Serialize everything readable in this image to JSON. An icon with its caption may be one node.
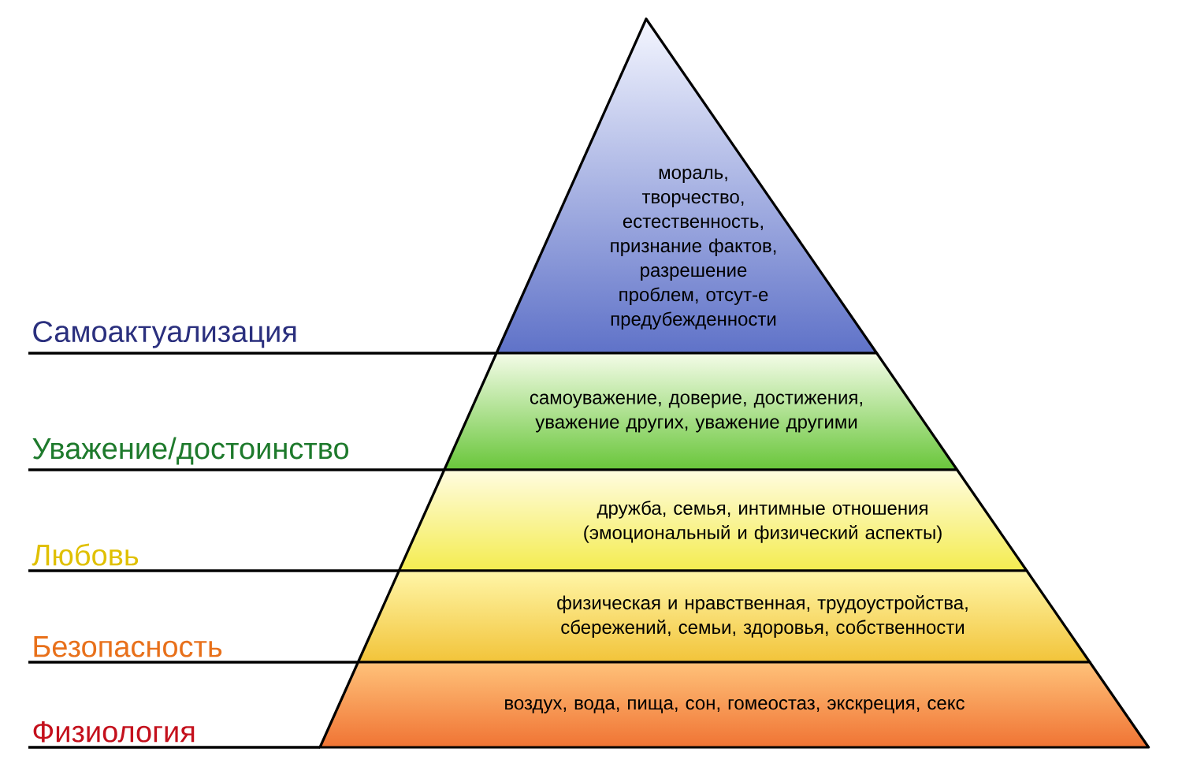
{
  "diagram": {
    "nodes": [
      {
        "text": [
          "Самоактуализация",
          "мораль, творчество, естественность, признание фактов, разрешение проблем, отсут-е предубежденности"
        ]
      },
      {
        "text": [
          "Уважение/достоинство",
          "самоуважение, доверие, достижения, уважение других, уважение другими"
        ]
      },
      {
        "text": [
          "Любовь",
          "дружба, семья, интимные отношения (эмоциональный и физический аспекты)"
        ]
      },
      {
        "text": [
          "Безопасность",
          "физическая и нравственная, трудоустройства, сбережений, семьи, здоровья, собственности"
        ]
      },
      {
        "text": [
          "Физиология",
          "воздух, вода, пища, сон, гомеостаз, экскреция, секс"
        ]
      }
    ]
  }
}
